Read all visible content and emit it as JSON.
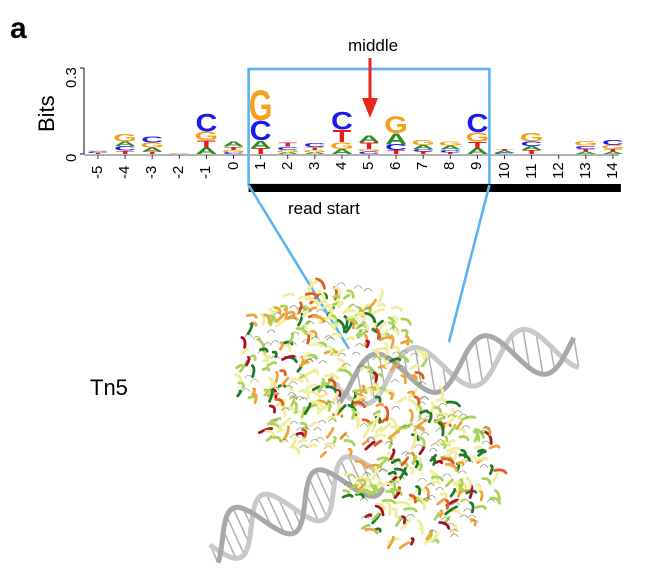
{
  "panel": {
    "label": "a"
  },
  "chart_data": {
    "type": "sequence_logo",
    "title": "",
    "ylabel": "Bits",
    "xlabel": "",
    "ylim": [
      0,
      0.3
    ],
    "yticks": [
      "0",
      "0.3"
    ],
    "positions": [
      "-5",
      "-4",
      "-3",
      "-2",
      "-1",
      "0",
      "1",
      "2",
      "3",
      "4",
      "5",
      "6",
      "7",
      "8",
      "9",
      "10",
      "11",
      "12",
      "13",
      "14"
    ],
    "letter_colors": {
      "A": "#2e8b22",
      "C": "#1a1aeb",
      "G": "#f5a01a",
      "T": "#eb1a1a"
    },
    "stacks": [
      {
        "pos": "-5",
        "letters": [
          [
            "T",
            0.004
          ],
          [
            "C",
            0.004
          ],
          [
            "A",
            0.003
          ],
          [
            "G",
            0.003
          ]
        ]
      },
      {
        "pos": "-4",
        "letters": [
          [
            "T",
            0.012
          ],
          [
            "C",
            0.016
          ],
          [
            "A",
            0.016
          ],
          [
            "G",
            0.028
          ]
        ]
      },
      {
        "pos": "-3",
        "letters": [
          [
            "T",
            0.008
          ],
          [
            "A",
            0.014
          ],
          [
            "G",
            0.018
          ],
          [
            "C",
            0.02
          ]
        ]
      },
      {
        "pos": "-2",
        "letters": [
          [
            "A",
            0.002
          ],
          [
            "G",
            0.002
          ]
        ]
      },
      {
        "pos": "-1",
        "letters": [
          [
            "A",
            0.022
          ],
          [
            "T",
            0.026
          ],
          [
            "G",
            0.03
          ],
          [
            "C",
            0.062
          ]
        ]
      },
      {
        "pos": "0",
        "letters": [
          [
            "C",
            0.006
          ],
          [
            "G",
            0.008
          ],
          [
            "T",
            0.012
          ],
          [
            "A",
            0.018
          ]
        ]
      },
      {
        "pos": "1",
        "letters": [
          [
            "T",
            0.02
          ],
          [
            "A",
            0.028
          ],
          [
            "C",
            0.07
          ],
          [
            "G",
            0.106
          ]
        ]
      },
      {
        "pos": "2",
        "letters": [
          [
            "A",
            0.006
          ],
          [
            "G",
            0.008
          ],
          [
            "C",
            0.012
          ],
          [
            "T",
            0.014
          ]
        ]
      },
      {
        "pos": "3",
        "letters": [
          [
            "A",
            0.006
          ],
          [
            "G",
            0.008
          ],
          [
            "T",
            0.01
          ],
          [
            "C",
            0.014
          ]
        ]
      },
      {
        "pos": "4",
        "letters": [
          [
            "A",
            0.018
          ],
          [
            "G",
            0.024
          ],
          [
            "T",
            0.044
          ],
          [
            "C",
            0.062
          ]
        ]
      },
      {
        "pos": "5",
        "letters": [
          [
            "C",
            0.008
          ],
          [
            "G",
            0.01
          ],
          [
            "T",
            0.022
          ],
          [
            "A",
            0.026
          ]
        ]
      },
      {
        "pos": "6",
        "letters": [
          [
            "T",
            0.014
          ],
          [
            "C",
            0.02
          ],
          [
            "A",
            0.04
          ],
          [
            "G",
            0.06
          ]
        ]
      },
      {
        "pos": "7",
        "letters": [
          [
            "T",
            0.008
          ],
          [
            "C",
            0.01
          ],
          [
            "A",
            0.014
          ],
          [
            "G",
            0.018
          ]
        ]
      },
      {
        "pos": "8",
        "letters": [
          [
            "T",
            0.006
          ],
          [
            "C",
            0.01
          ],
          [
            "A",
            0.014
          ],
          [
            "G",
            0.014
          ]
        ]
      },
      {
        "pos": "9",
        "letters": [
          [
            "A",
            0.02
          ],
          [
            "T",
            0.024
          ],
          [
            "G",
            0.032
          ],
          [
            "C",
            0.064
          ]
        ]
      },
      {
        "pos": "10",
        "letters": [
          [
            "C",
            0.004
          ],
          [
            "A",
            0.008
          ],
          [
            "T",
            0.004
          ]
        ]
      },
      {
        "pos": "11",
        "letters": [
          [
            "T",
            0.014
          ],
          [
            "A",
            0.014
          ],
          [
            "C",
            0.016
          ],
          [
            "G",
            0.03
          ]
        ]
      },
      {
        "pos": "12",
        "letters": []
      },
      {
        "pos": "13",
        "letters": [
          [
            "A",
            0.008
          ],
          [
            "T",
            0.01
          ],
          [
            "C",
            0.012
          ],
          [
            "G",
            0.016
          ]
        ]
      },
      {
        "pos": "14",
        "letters": [
          [
            "A",
            0.008
          ],
          [
            "T",
            0.01
          ],
          [
            "G",
            0.014
          ],
          [
            "C",
            0.018
          ]
        ]
      }
    ],
    "annotations": {
      "middle_label": "middle",
      "middle_position": "5",
      "read_start_label": "read start",
      "highlight_box": {
        "from": "1",
        "to": "9",
        "color": "#5ab4f0"
      },
      "read_start_bar": {
        "from": "1",
        "to": "14",
        "color": "#000000"
      },
      "arrow_color": "#e8281e"
    }
  },
  "structure": {
    "label": "Tn5",
    "protein_colors": [
      "#f0ee9a",
      "#a8d45a",
      "#1e7a2a",
      "#f0a23c",
      "#e85a1e",
      "#a8102a"
    ],
    "dna_color": "#c8c8c8"
  }
}
